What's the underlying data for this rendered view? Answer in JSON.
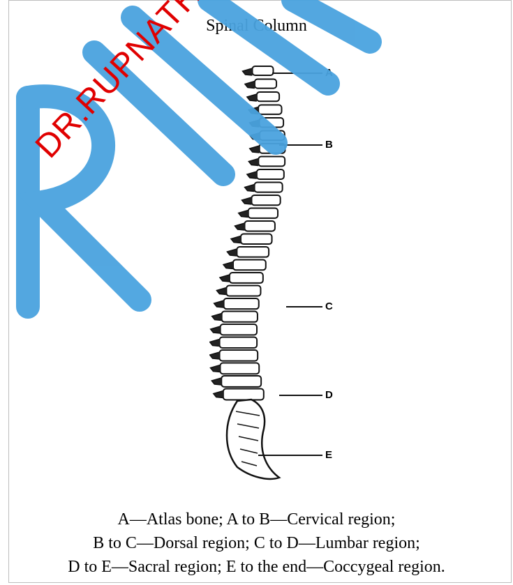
{
  "title": "Spinal Column",
  "labels": [
    "A",
    "B",
    "C",
    "D",
    "E"
  ],
  "caption": [
    "A—Atlas bone; A to B—Cervical region;",
    "B to C—Dorsal region; C to D—Lumbar region;",
    "D to E—Sacral region; E to the end—Coccygeal region."
  ],
  "watermark": {
    "text": "DR.RUPNATHJI(D",
    "text_color": "#e00000",
    "stripe_color": "#4aa3df"
  }
}
